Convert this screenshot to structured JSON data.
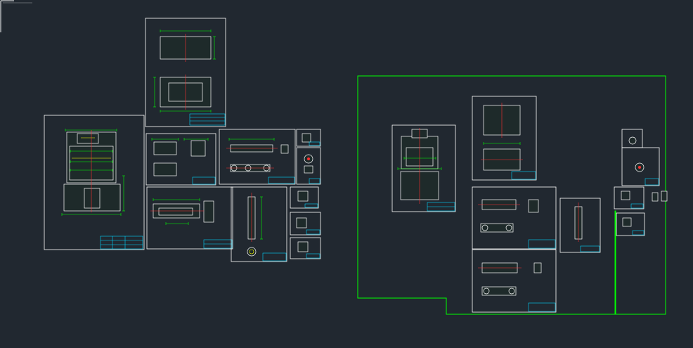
{
  "colors": {
    "background": "#212830",
    "sheet_border": "#ffffff",
    "outline": "#00ff00",
    "part_line": "#ffffff",
    "part_fill": "#1e2a2a",
    "dimension": "#00ff00",
    "center_line": "#ff3030",
    "title_block": "#00d8ff",
    "hatch": "#ffff00"
  },
  "icons": {
    "ucs": "ucs-axis-icon"
  },
  "sheets_left": [
    {
      "id": "assembly-main",
      "kind": "assembly"
    },
    {
      "id": "base-frame",
      "kind": "frame"
    },
    {
      "id": "guide-parts",
      "kind": "parts"
    },
    {
      "id": "shaft-long",
      "kind": "shaft"
    },
    {
      "id": "small-part-a",
      "kind": "small"
    },
    {
      "id": "lower-bracket",
      "kind": "parts"
    },
    {
      "id": "column-part",
      "kind": "column"
    },
    {
      "id": "ring-part",
      "kind": "small"
    },
    {
      "id": "small-part-b",
      "kind": "small"
    },
    {
      "id": "small-part-c",
      "kind": "small"
    }
  ],
  "sheets_right": [
    {
      "id": "assembly-right",
      "kind": "assembly"
    },
    {
      "id": "frame-right",
      "kind": "frame"
    },
    {
      "id": "shaft-right",
      "kind": "shaft"
    },
    {
      "id": "column-right",
      "kind": "column"
    },
    {
      "id": "shaft-right-2",
      "kind": "shaft"
    },
    {
      "id": "small-right-a",
      "kind": "small"
    },
    {
      "id": "small-right-b",
      "kind": "small"
    },
    {
      "id": "small-right-c",
      "kind": "small"
    }
  ]
}
